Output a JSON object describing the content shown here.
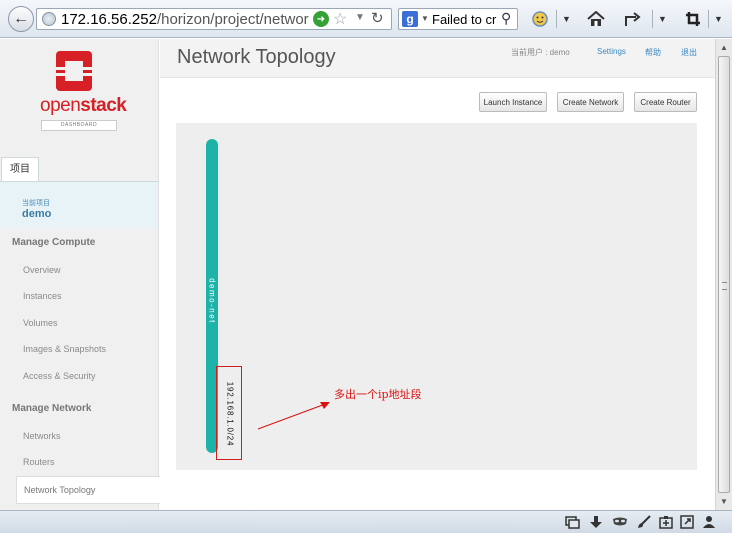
{
  "browser": {
    "url_host": "172.16.56.252",
    "url_path": "/horizon/project/network_top",
    "search_text": "Failed to cr"
  },
  "sidebar": {
    "logo_text_a": "open",
    "logo_text_b": "stack",
    "logo_sub": "DASHBOARD",
    "project_tab": "项目",
    "current_project_label": "当前项目",
    "current_project": "demo",
    "sections": [
      {
        "heading": "Manage Compute",
        "items": [
          "Overview",
          "Instances",
          "Volumes",
          "Images & Snapshots",
          "Access & Security"
        ]
      },
      {
        "heading": "Manage Network",
        "items": [
          "Networks",
          "Routers",
          "Network Topology"
        ]
      }
    ]
  },
  "header": {
    "title": "Network Topology",
    "current_user": "当前用户 : demo",
    "settings": "Settings",
    "help": "帮助",
    "logout": "退出"
  },
  "buttons": {
    "launch_instance": "Launch Instance",
    "create_network": "Create Network",
    "create_router": "Create Router"
  },
  "topology": {
    "network_name": "demo-net",
    "subnet_cidr": "192.168.1.0/24",
    "network_color": "#1eb3a8"
  },
  "annotation": {
    "text": "多出一个ip地址段",
    "color": "#dd1111"
  }
}
